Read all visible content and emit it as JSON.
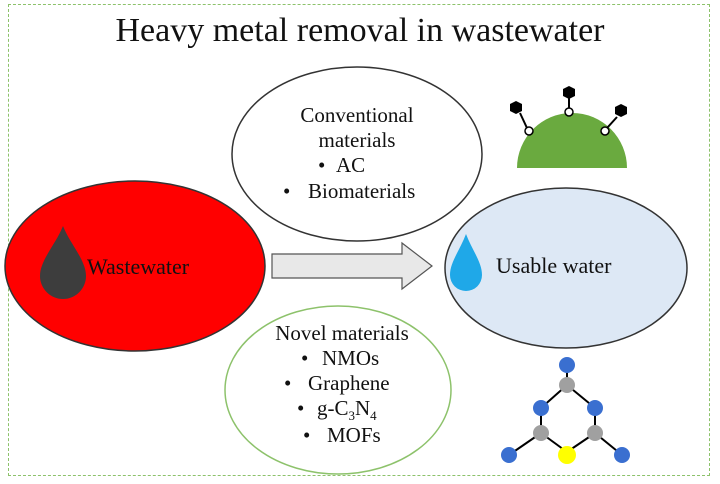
{
  "title": "Heavy metal removal in wastewater",
  "wastewater": {
    "label": "Wastewater"
  },
  "usable": {
    "label": "Usable water"
  },
  "conventional": {
    "heading_line1": "Conventional",
    "heading_line2": "materials",
    "items": [
      "AC",
      "Biomaterials"
    ]
  },
  "novel": {
    "heading": "Novel materials",
    "items": [
      "NMOs",
      "Graphene",
      "g-C",
      "3",
      "N",
      "4",
      "MOFs"
    ]
  },
  "bullet": "•",
  "colors": {
    "wastewater_fill": "#ff0000",
    "usable_fill": "#dde8f5",
    "arrow_fill": "#e8e8e8",
    "hemisphere": "#6aaa3f",
    "frame_border": "#8dc26b",
    "drop_dark": "#3d3d3d",
    "drop_blue": "#1fa8e8",
    "node_blue": "#3a6fd0",
    "node_gray": "#a0a0a0",
    "node_yellow": "#ffff00"
  }
}
